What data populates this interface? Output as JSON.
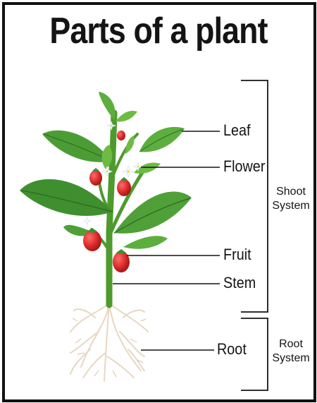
{
  "title": "Parts of a plant",
  "labels": {
    "leaf": "Leaf",
    "flower": "Flower",
    "fruit": "Fruit",
    "stem": "Stem",
    "root": "Root"
  },
  "groups": {
    "shoot_line1": "Shoot",
    "shoot_line2": "System",
    "root_line1": "Root",
    "root_line2": "System"
  },
  "colors": {
    "leaf_dark": "#3f8f2f",
    "leaf_light": "#6dbb45",
    "stem": "#4e9a2e",
    "fruit": "#d92a2a",
    "flower": "#ffffff",
    "root": "#e6d8c2",
    "ink": "#141414"
  }
}
